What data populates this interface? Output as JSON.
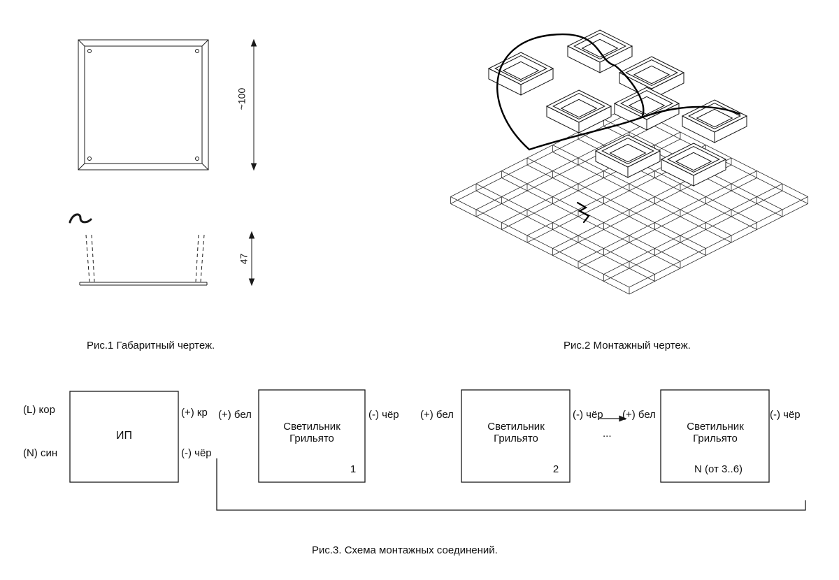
{
  "figures": {
    "fig1": {
      "caption": "Рис.1 Габаритный чертеж.",
      "dim_width": "~100",
      "dim_height": "47"
    },
    "fig2": {
      "caption": "Рис.2 Монтажный чертеж."
    },
    "fig3": {
      "caption": "Рис.3. Схема монтажных соединений.",
      "psu": {
        "label": "ИП",
        "input_l": "(L) кор",
        "input_n": "(N) син",
        "out_plus": "(+) кр",
        "out_minus": "(-) чёр",
        "wire_plus": "(+) бел"
      },
      "luminaires": [
        {
          "line1": "Светильник",
          "line2": "Грильято",
          "num": "1"
        },
        {
          "line1": "Светильник",
          "line2": "Грильято",
          "num": "2"
        },
        {
          "line1": "Светильник",
          "line2": "Грильято",
          "num": "N (от 3..6)"
        }
      ],
      "gap1": {
        "minus": "(-) чёр",
        "plus": "(+) бел"
      },
      "gap2": {
        "minus": "(-) чёр",
        "plus": "(+) бел",
        "dots": "..."
      },
      "last_minus": "(-) чёр"
    }
  }
}
